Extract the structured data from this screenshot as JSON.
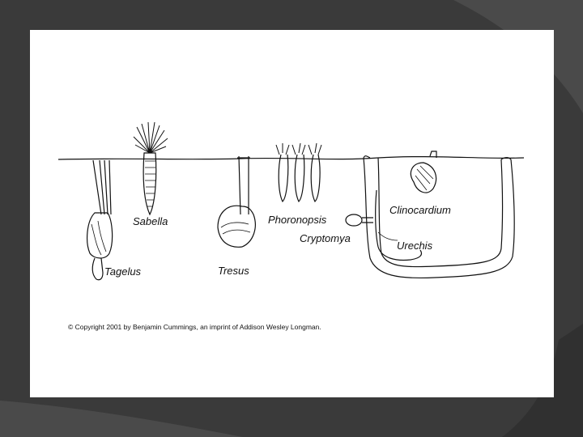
{
  "labels": {
    "sabella": "Sabella",
    "tagelus": "Tagelus",
    "tresus": "Tresus",
    "phoronopsis": "Phoronopsis",
    "cryptomya": "Cryptomya",
    "clinocardium": "Clinocardium",
    "urechis": "Urechis"
  },
  "copyright": "© Copyright 2001 by Benjamin Cummings, an imprint of Addison Wesley Longman.",
  "colors": {
    "background": "#3a3a3a",
    "slide": "#ffffff",
    "ink": "#111111"
  }
}
